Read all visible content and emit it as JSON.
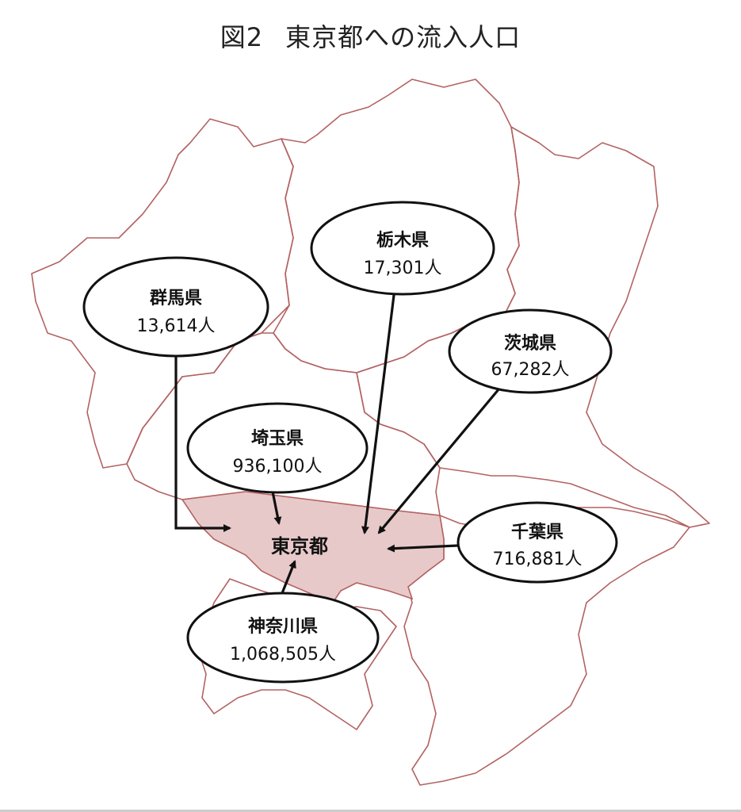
{
  "title": {
    "figure": "図2",
    "text": "東京都への流入人口"
  },
  "destination": {
    "name": "東京都"
  },
  "prefectures": [
    {
      "key": "gunma",
      "name": "群馬県",
      "value": "13,614人"
    },
    {
      "key": "tochigi",
      "name": "栃木県",
      "value": "17,301人"
    },
    {
      "key": "ibaraki",
      "name": "茨城県",
      "value": "67,282人"
    },
    {
      "key": "saitama",
      "name": "埼玉県",
      "value": "936,100人"
    },
    {
      "key": "chiba",
      "name": "千葉県",
      "value": "716,881人"
    },
    {
      "key": "kanagawa",
      "name": "神奈川県",
      "value": "1,068,505人"
    }
  ],
  "colors": {
    "border": "#b46262",
    "tokyo_fill": "#e8c9c9",
    "ink": "#111111"
  }
}
